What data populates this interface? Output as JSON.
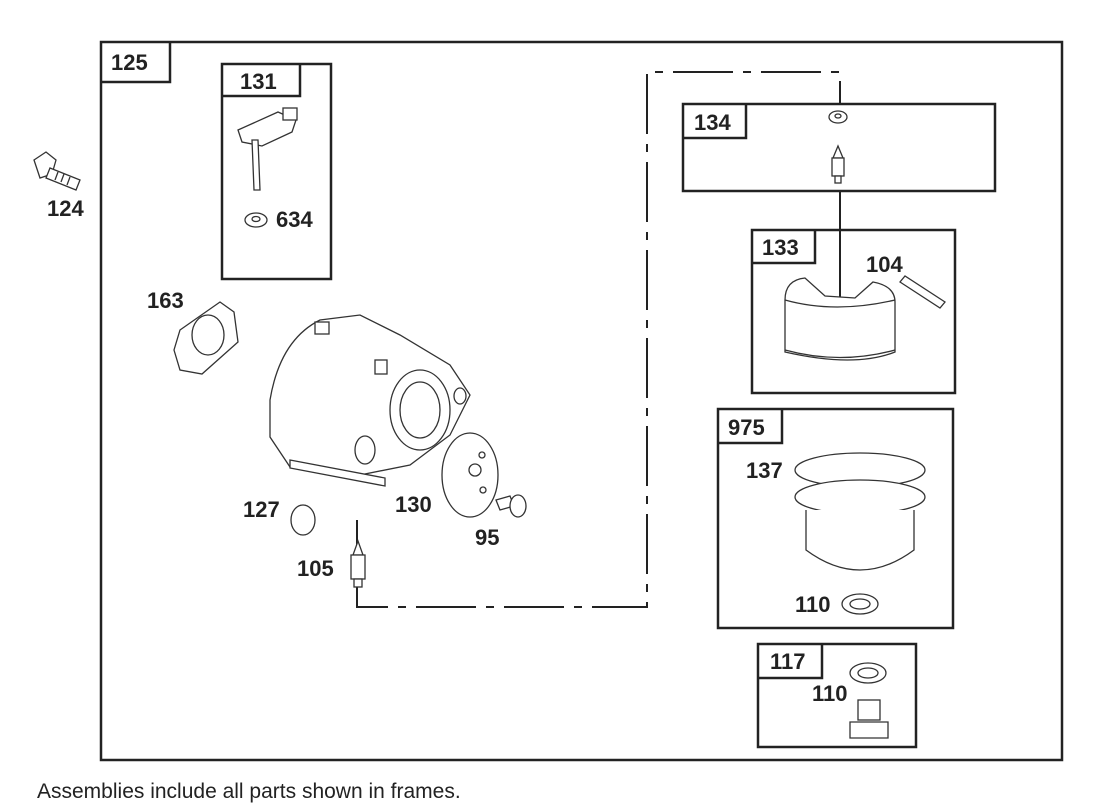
{
  "frames": {
    "main": "125",
    "choke_shaft": "131",
    "float_valve": "134",
    "float": "133",
    "bowl": "975",
    "drain": "117"
  },
  "parts": {
    "screw_124": "124",
    "seal_634": "634",
    "gasket_163": "163",
    "plug_127": "127",
    "jet_105": "105",
    "plate_130": "130",
    "screw_95": "95",
    "pin_104": "104",
    "gasket_137": "137",
    "washer_110a": "110",
    "washer_110b": "110"
  },
  "caption": "Assemblies include all parts shown in frames."
}
